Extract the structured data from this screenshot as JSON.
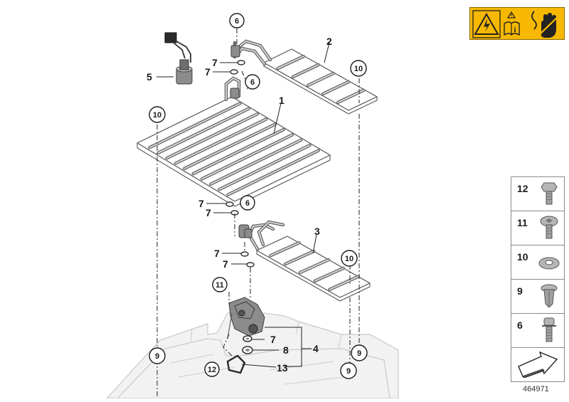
{
  "warning_panel": {
    "background_color": "#f6b800",
    "icons": [
      "high-voltage-warning-icon",
      "read-manual-warning-icon",
      "do-not-touch-hand-icon"
    ],
    "manual_icon_text": "i"
  },
  "labels": {
    "part_1": "1",
    "part_2": "2",
    "part_3": "3",
    "part_4": "4",
    "part_5": "5",
    "part_6_top": "6",
    "part_6_mid": "6",
    "part_6_lower": "6",
    "part_7_a": "7",
    "part_7_b": "7",
    "part_7_c": "7",
    "part_7_d": "7",
    "part_7_e": "7",
    "part_7_f": "7",
    "part_7_g": "7",
    "part_8": "8",
    "part_9_left": "9",
    "part_9_right_upper": "9",
    "part_9_right_lower": "9",
    "part_10_left": "10",
    "part_10_top_right": "10",
    "part_10_mid_right": "10",
    "part_11": "11",
    "part_12": "12",
    "part_13": "13"
  },
  "legend": [
    {
      "number": "12",
      "icon": "hex-bolt-icon"
    },
    {
      "number": "11",
      "icon": "torx-screw-icon"
    },
    {
      "number": "10",
      "icon": "washer-icon"
    },
    {
      "number": "9",
      "icon": "expansion-rivet-icon"
    },
    {
      "number": "6",
      "icon": "torx-bolt-icon"
    },
    {
      "number": "",
      "icon": "orientation-arrow-icon"
    }
  ],
  "document_number": "464971"
}
